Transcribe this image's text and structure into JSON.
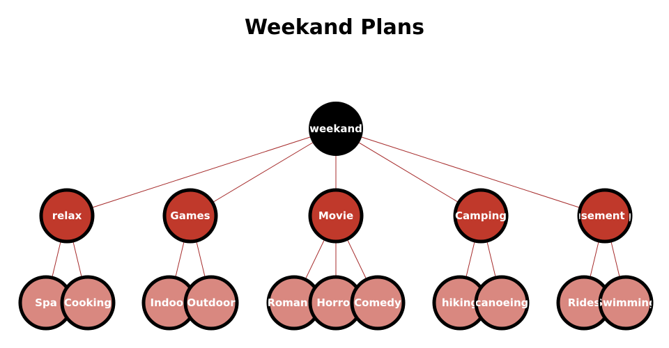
{
  "title": "Weekand Plans",
  "colors": {
    "root_fill": "#000000",
    "level1_fill": "#c0392b",
    "leaf_fill": "#d98880",
    "node_stroke": "#000000",
    "edge": "#a52a2a",
    "label": "#ffffff"
  },
  "tree": {
    "label": "weekand",
    "children": [
      {
        "label": "relax",
        "children": [
          {
            "label": "Spa"
          },
          {
            "label": "Cooking"
          }
        ]
      },
      {
        "label": "Games",
        "children": [
          {
            "label": "Indoor"
          },
          {
            "label": "Outdoor"
          }
        ]
      },
      {
        "label": "Movie",
        "children": [
          {
            "label": "Romance"
          },
          {
            "label": "Horror"
          },
          {
            "label": "Comedy"
          }
        ]
      },
      {
        "label": "Camping",
        "children": [
          {
            "label": "hiking"
          },
          {
            "label": "canoeing"
          }
        ]
      },
      {
        "label": "Amusement park",
        "children": [
          {
            "label": "Rides"
          },
          {
            "label": "Swimming"
          }
        ]
      }
    ]
  }
}
